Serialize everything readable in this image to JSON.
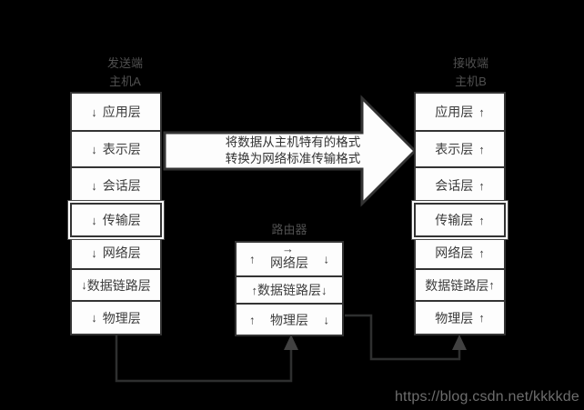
{
  "sender": {
    "role_label": "发送端",
    "host_label": "主机A",
    "layers": [
      {
        "name": "应用层",
        "arrow": "↓"
      },
      {
        "name": "表示层",
        "arrow": "↓"
      },
      {
        "name": "会话层",
        "arrow": "↓"
      },
      {
        "name": "传输层",
        "arrow": "↓"
      },
      {
        "name": "网络层",
        "arrow": "↓"
      },
      {
        "name": "数据链路层",
        "arrow": "↓"
      },
      {
        "name": "物理层",
        "arrow": "↓"
      }
    ]
  },
  "receiver": {
    "role_label": "接收端",
    "host_label": "主机B",
    "layers": [
      {
        "name": "应用层",
        "arrow": "↑"
      },
      {
        "name": "表示层",
        "arrow": "↑"
      },
      {
        "name": "会话层",
        "arrow": "↑"
      },
      {
        "name": "传输层",
        "arrow": "↑"
      },
      {
        "name": "网络层",
        "arrow": "↑"
      },
      {
        "name": "数据链路层",
        "arrow": "↑"
      },
      {
        "name": "物理层",
        "arrow": "↑"
      }
    ]
  },
  "router": {
    "label": "路由器",
    "layers": [
      {
        "name": "网络层",
        "up": "↑",
        "down": "↓",
        "forward": "→"
      },
      {
        "name": "数据链路层",
        "up": "↑",
        "down": "↓"
      },
      {
        "name": "物理层",
        "up": "↑",
        "down": "↓"
      }
    ]
  },
  "arrow_annotation": {
    "line1": "将数据从主机特有的格式",
    "line2": "转换为网络标准传输格式"
  },
  "watermark": "https://blog.csdn.net/kkkkde",
  "colors": {
    "background": "#000000",
    "box_fill": "#fdfdfd",
    "box_border": "#333333",
    "box_text": "#3d3d3d",
    "header_text": "#4f4f4f",
    "connector": "#2e2f2f",
    "watermark_text": "#6d6d6d"
  }
}
